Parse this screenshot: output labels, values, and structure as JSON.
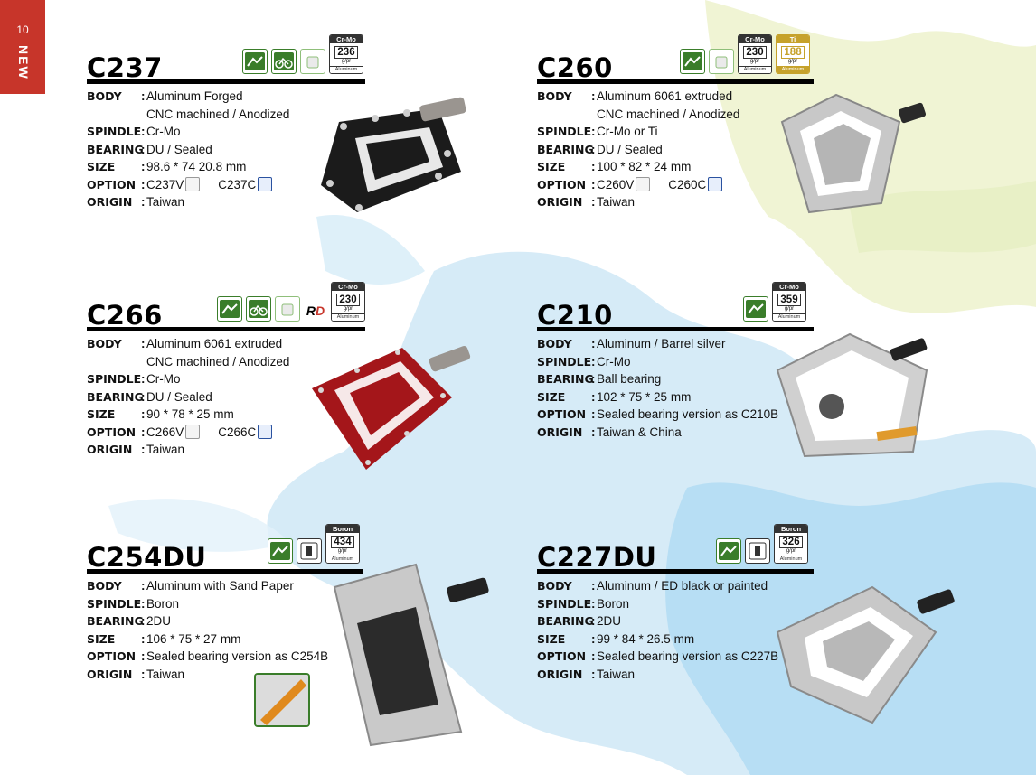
{
  "page": {
    "number": "10",
    "section_label": "NEW"
  },
  "colors": {
    "accent_red": "#c7352a",
    "badge_green": "#3a7d2a",
    "ti_gold": "#c6a22b"
  },
  "labels": {
    "body": "BODY",
    "spindle": "SPINDLE",
    "bearing": "BEARING",
    "size": "SIZE",
    "option": "OPTION",
    "origin": "ORIGIN",
    "colon": ":"
  },
  "products": {
    "c237": {
      "model": "C237",
      "weights": [
        {
          "material": "Cr-Mo",
          "value": "236",
          "unit": "g/pr",
          "base": "Aluminum"
        }
      ],
      "body": [
        "Aluminum Forged",
        "CNC machined / Anodized"
      ],
      "spindle": "Cr-Mo",
      "bearing": "DU / Sealed",
      "size": "98.6 * 74 20.8 mm",
      "option_v": "C237V",
      "option_c": "C237C",
      "origin": "Taiwan"
    },
    "c260": {
      "model": "C260",
      "weights": [
        {
          "material": "Cr-Mo",
          "value": "230",
          "unit": "g/pr",
          "base": "Aluminum"
        },
        {
          "material": "Ti",
          "value": "188",
          "unit": "g/pr",
          "base": "Aluminum"
        }
      ],
      "body": [
        "Aluminum 6061 extruded",
        "CNC machined / Anodized"
      ],
      "spindle": "Cr-Mo or Ti",
      "bearing": "DU / Sealed",
      "size": "100 * 82 * 24 mm",
      "option_v": "C260V",
      "option_c": "C260C",
      "origin": "Taiwan"
    },
    "c266": {
      "model": "C266",
      "weights": [
        {
          "material": "Cr-Mo",
          "value": "230",
          "unit": "g/pr",
          "base": "Aluminum"
        }
      ],
      "rd_mark": [
        "R",
        "D"
      ],
      "body": [
        "Aluminum 6061 extruded",
        "CNC machined / Anodized"
      ],
      "spindle": "Cr-Mo",
      "bearing": "DU / Sealed",
      "size": "90 * 78 * 25 mm",
      "option_v": "C266V",
      "option_c": "C266C",
      "origin": "Taiwan"
    },
    "c210": {
      "model": "C210",
      "weights": [
        {
          "material": "Cr-Mo",
          "value": "359",
          "unit": "g/pr",
          "base": "Aluminum"
        }
      ],
      "body": [
        "Aluminum / Barrel silver"
      ],
      "spindle": "Cr-Mo",
      "bearing": "Ball bearing",
      "size": "102 * 75 * 25 mm",
      "option": "Sealed bearing version as C210B",
      "origin": "Taiwan & China"
    },
    "c254du": {
      "model": "C254DU",
      "weights": [
        {
          "material": "Boron",
          "value": "434",
          "unit": "g/pr",
          "base": "Aluminum"
        }
      ],
      "body": [
        "Aluminum with Sand Paper"
      ],
      "spindle": "Boron",
      "bearing": "2DU",
      "size": "106 * 75 * 27 mm",
      "option": "Sealed bearing version as C254B",
      "origin": "Taiwan"
    },
    "c227du": {
      "model": "C227DU",
      "weights": [
        {
          "material": "Boron",
          "value": "326",
          "unit": "g/pr",
          "base": "Aluminum"
        }
      ],
      "body": [
        "Aluminum / ED black or painted"
      ],
      "spindle": "Boron",
      "bearing": "2DU",
      "size": "99 * 84 * 26.5 mm",
      "option": "Sealed bearing version as C227B",
      "origin": "Taiwan"
    }
  }
}
